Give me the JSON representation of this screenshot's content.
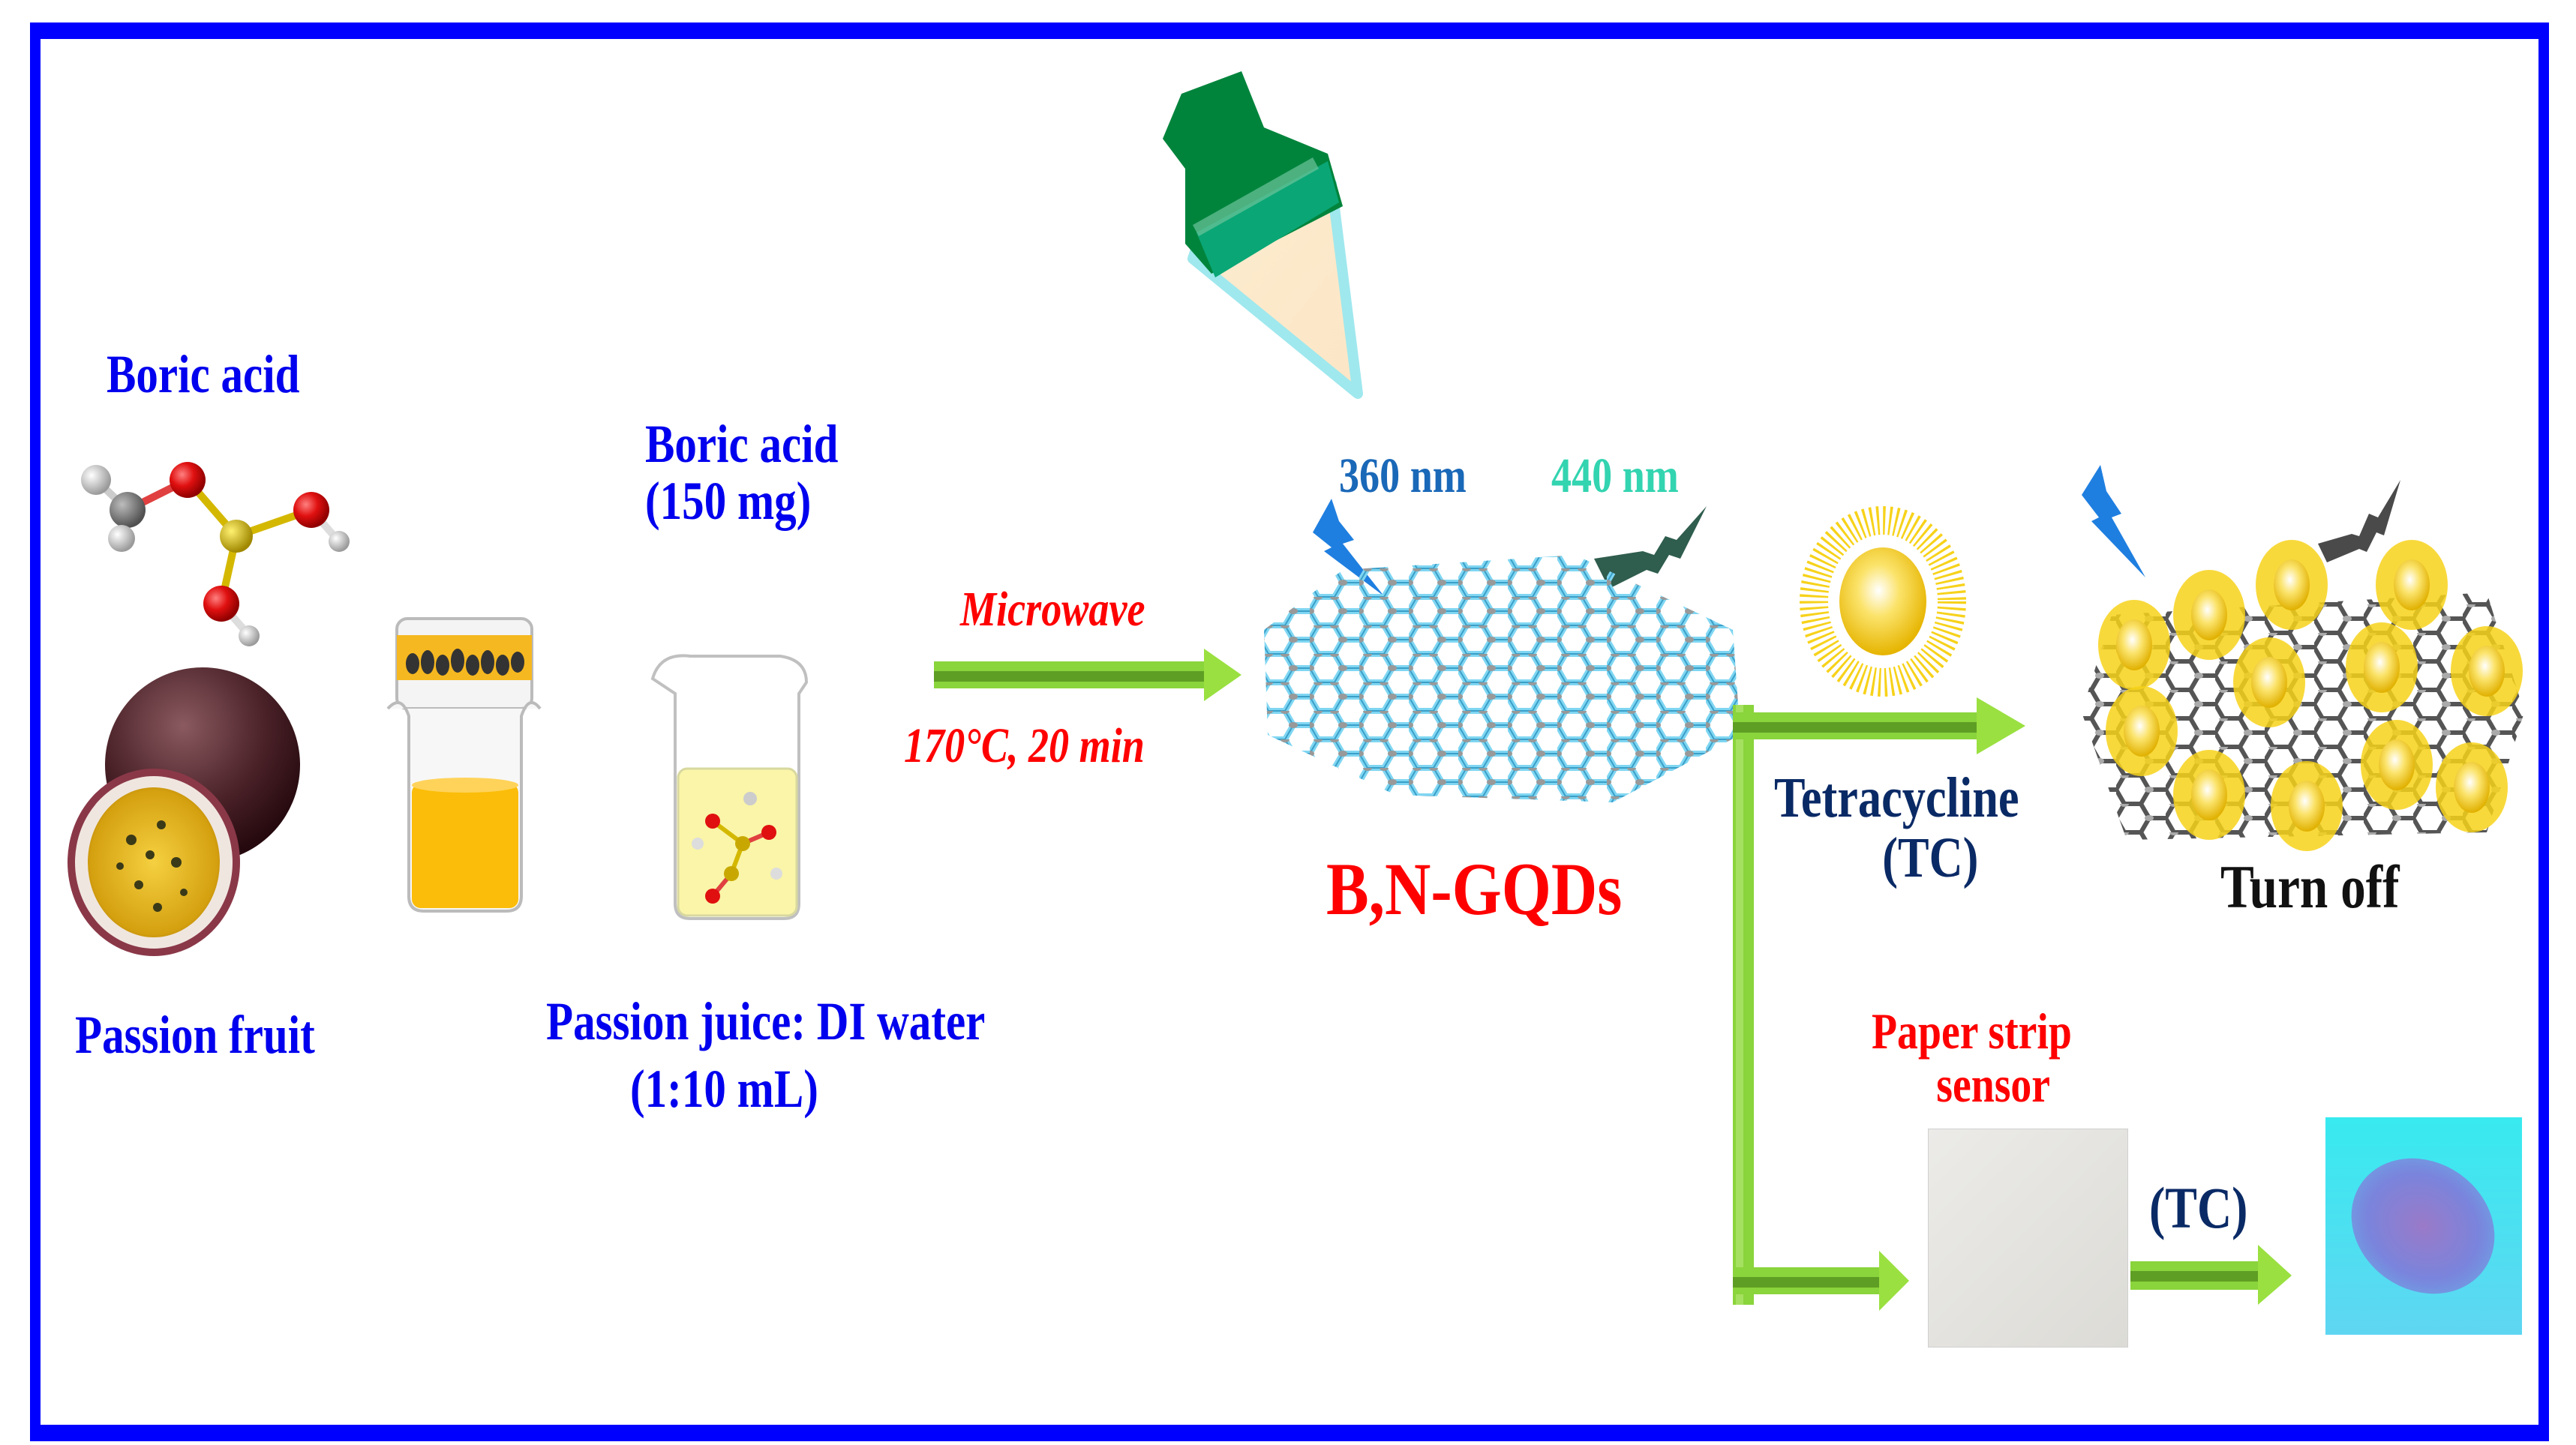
{
  "diagram": {
    "title": "Synthesis of B,N-GQDs from passion fruit and tetracycline sensing",
    "colors": {
      "border": "#0000ff",
      "label_blue": "#0000ee",
      "label_red": "#ff0000",
      "label_navy": "#0a2a66",
      "arrow_green": "#7ccf2e",
      "excitation_blue": "#1f7fe0",
      "emission_teal": "#33d4b0",
      "gqd_cyan": "#7fd6f2",
      "tc_yellow": "#f7d21a",
      "paper_after_tc": "#39e6ee"
    },
    "precursors": {
      "boric_acid_label": "Boric acid",
      "passion_fruit_label": "Passion fruit",
      "boric_acid_amount_line1": "Boric acid",
      "boric_acid_amount_line2": "(150 mg)",
      "mixture_line1": "Passion juice: DI water",
      "mixture_line2": "(1:10 mL)"
    },
    "reaction": {
      "method": "Microwave",
      "conditions": "170°C, 20 min"
    },
    "product": {
      "name": "B,N-GQDs",
      "excitation": "360 nm",
      "emission": "440 nm"
    },
    "sensing": {
      "analyte_line1": "Tetracycline",
      "analyte_line2": "(TC)",
      "result": "Turn off"
    },
    "paper_strip": {
      "label_line1": "Paper strip",
      "label_line2": "sensor",
      "analyte": "(TC)"
    },
    "icons": [
      "boric-acid-molecule-icon",
      "passion-fruit-icon",
      "juice-beaker-icon",
      "mixture-beaker-icon",
      "uv-lamp-icon",
      "graphene-sheet-icon",
      "tetracycline-sun-icon",
      "quenched-complex-icon",
      "blank-paper-icon",
      "fluorescent-paper-icon"
    ]
  }
}
